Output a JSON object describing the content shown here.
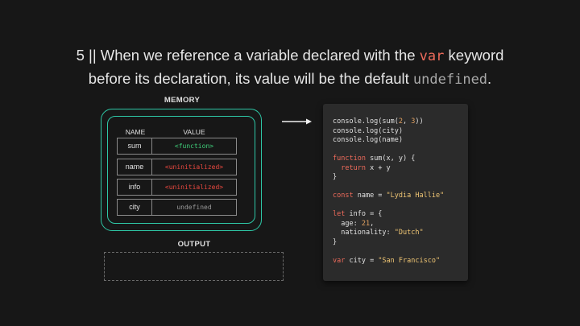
{
  "heading": {
    "prefix": "5 || When we reference a variable declared with the ",
    "kw_var": "var",
    "after_kw": " keyword",
    "line2_prefix": "before its declaration, its value will be the default ",
    "kw_undefined": "undefined",
    "line2_suffix": "."
  },
  "memory": {
    "label": "MEMORY",
    "headers": {
      "name": "NAME",
      "value": "VALUE"
    },
    "rows": [
      {
        "name": "sum",
        "value": "<function>",
        "color": "#3fcf7a"
      },
      {
        "name": "name",
        "value": "<uninitialized>",
        "color": "#e8483f"
      },
      {
        "name": "info",
        "value": "<uninitialized>",
        "color": "#e8483f"
      },
      {
        "name": "city",
        "value": "undefined",
        "color": "#9a9a9a"
      }
    ]
  },
  "output": {
    "label": "OUTPUT"
  },
  "colors": {
    "memory_border": "#2ec7a6",
    "keyword": "#ef6b5b",
    "string": "#f0c674",
    "number": "#e0a060"
  },
  "code": {
    "lines": [
      [
        {
          "t": "console.log(sum(",
          "c": "plain"
        },
        {
          "t": "2",
          "c": "num"
        },
        {
          "t": ", ",
          "c": "plain"
        },
        {
          "t": "3",
          "c": "num"
        },
        {
          "t": "))",
          "c": "plain"
        }
      ],
      [
        {
          "t": "console.log(city)",
          "c": "plain"
        }
      ],
      [
        {
          "t": "console.log(name)",
          "c": "plain"
        }
      ],
      [],
      [
        {
          "t": "function",
          "c": "kw"
        },
        {
          "t": " sum(x, y) {",
          "c": "plain"
        }
      ],
      [
        {
          "t": "  ",
          "c": "plain"
        },
        {
          "t": "return",
          "c": "kw"
        },
        {
          "t": " x + y",
          "c": "plain"
        }
      ],
      [
        {
          "t": "}",
          "c": "plain"
        }
      ],
      [],
      [
        {
          "t": "const",
          "c": "kw"
        },
        {
          "t": " name = ",
          "c": "plain"
        },
        {
          "t": "\"Lydia Hallie\"",
          "c": "str"
        }
      ],
      [],
      [
        {
          "t": "let",
          "c": "kw"
        },
        {
          "t": " info = {",
          "c": "plain"
        }
      ],
      [
        {
          "t": "  age: ",
          "c": "plain"
        },
        {
          "t": "21",
          "c": "num"
        },
        {
          "t": ",",
          "c": "plain"
        }
      ],
      [
        {
          "t": "  nationality: ",
          "c": "plain"
        },
        {
          "t": "\"Dutch\"",
          "c": "str"
        }
      ],
      [
        {
          "t": "}",
          "c": "plain"
        }
      ],
      [],
      [
        {
          "t": "var",
          "c": "kw"
        },
        {
          "t": " city = ",
          "c": "plain"
        },
        {
          "t": "\"San Francisco\"",
          "c": "str"
        }
      ]
    ]
  }
}
